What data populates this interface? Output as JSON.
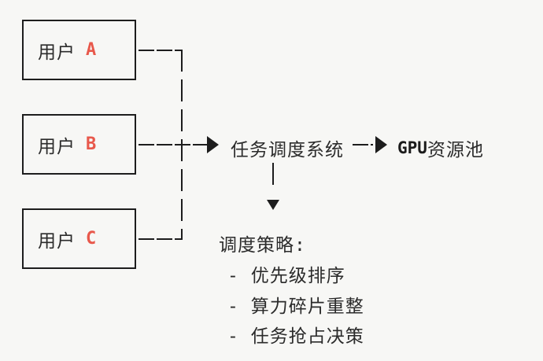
{
  "diagram": {
    "title_semantic": "GPU task scheduling flow diagram",
    "colors": {
      "background": "#f7f7f5",
      "line": "#1d1d1d",
      "text": "#2b2b2b",
      "accent_user_letter": "#e8584b"
    },
    "icons": {
      "arrow_right": "▶",
      "arrow_down": "▼"
    },
    "users": [
      {
        "prefix": "用户",
        "id": "A"
      },
      {
        "prefix": "用户",
        "id": "B"
      },
      {
        "prefix": "用户",
        "id": "C"
      }
    ],
    "scheduler_label": "任务调度系统",
    "gpu_pool": {
      "latin": "GPU",
      "cjk": "资源池"
    },
    "strategy": {
      "title": "调度策略:",
      "items": [
        "- 优先级排序",
        "- 算力碎片重整",
        "- 任务抢占决策"
      ]
    }
  }
}
